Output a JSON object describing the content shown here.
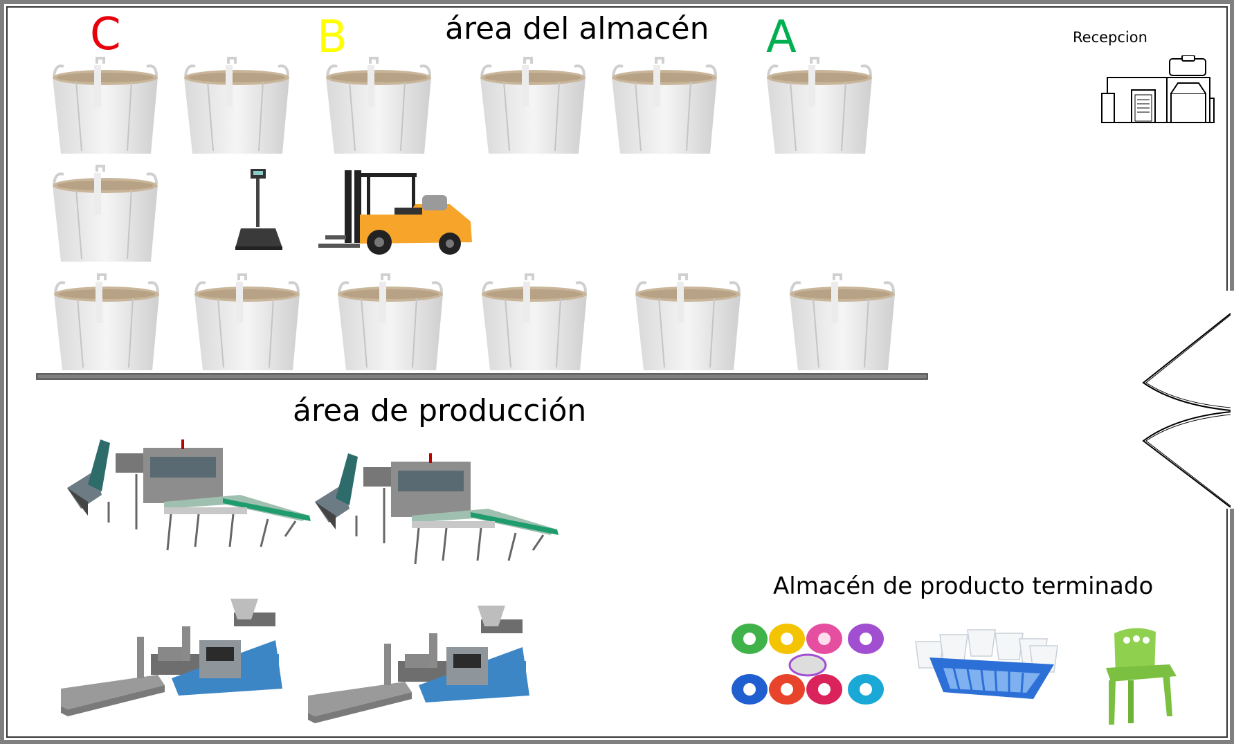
{
  "titles": {
    "warehouse": "área del almacén",
    "production": "área de producción",
    "finished": "Almacén de producto terminado",
    "reception": "Recepcion"
  },
  "zones": [
    {
      "letter": "C",
      "color": "#e8000b"
    },
    {
      "letter": "B",
      "color": "#ffff00"
    },
    {
      "letter": "A",
      "color": "#00b050"
    }
  ],
  "icons": {
    "bag": "bulk-bag-icon",
    "scale": "platform-scale-icon",
    "forklift": "forklift-icon",
    "thermoforming": "thermoforming-machine-icon",
    "extruder": "extruder-machine-icon",
    "potties": "baby-potties-icon",
    "buckets": "buckets-and-basket-icon",
    "chair": "plastic-chair-icon",
    "reception": "reception-desk-icon",
    "door": "double-door-icon"
  },
  "colors": {
    "wall": "#7f7f7f",
    "forklift": "#f7a42a",
    "basket": "#2c6fd6",
    "chair": "#8fd14f",
    "extruder": "#3d86c6"
  }
}
